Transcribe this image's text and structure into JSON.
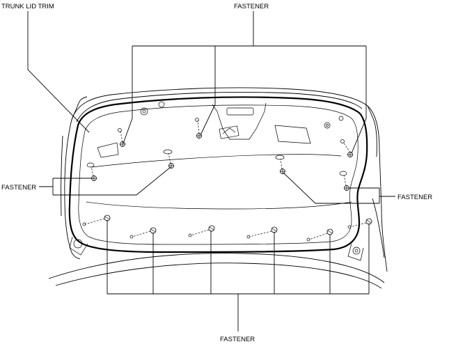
{
  "labels": {
    "trunk_lid_trim": "TRUNK LID TRIM",
    "fastener_top": "FASTENER",
    "fastener_left": "FASTENER",
    "fastener_right": "FASTENER",
    "fastener_bottom": "FASTENER"
  }
}
